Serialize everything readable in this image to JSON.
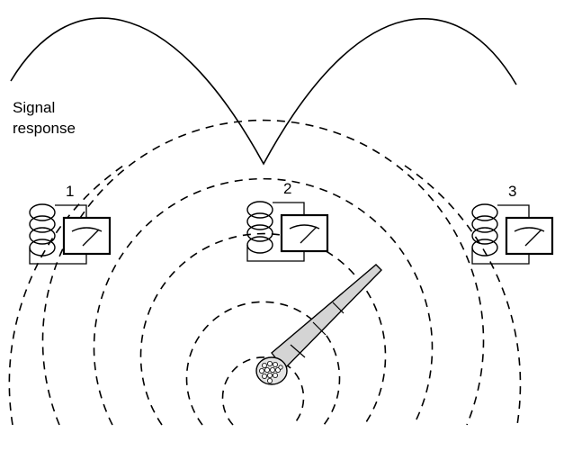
{
  "title": "",
  "signal_label_line1": "Signal",
  "signal_label_line2": "response",
  "sensors": [
    {
      "label": "1"
    },
    {
      "label": "2"
    },
    {
      "label": "3"
    }
  ],
  "colors": {
    "line": "#000000",
    "cable_fill": "#d4d4d4",
    "background": "#ffffff"
  }
}
